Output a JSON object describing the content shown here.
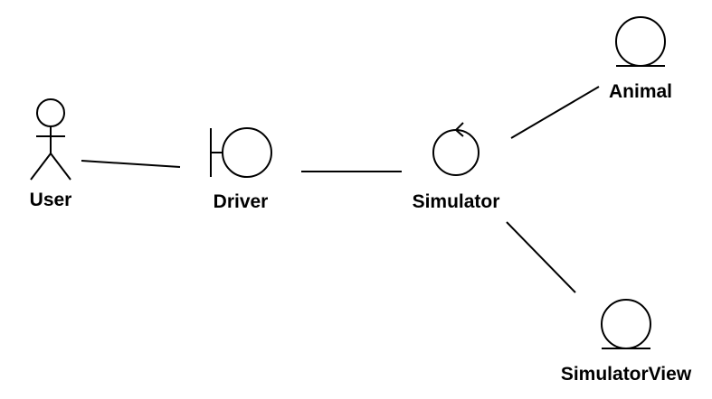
{
  "diagram": {
    "nodes": {
      "user": {
        "label": "User",
        "icon": "actor-icon"
      },
      "driver": {
        "label": "Driver",
        "icon": "boundary-icon"
      },
      "simulator": {
        "label": "Simulator",
        "icon": "control-icon"
      },
      "animal": {
        "label": "Animal",
        "icon": "entity-icon"
      },
      "simulator_view": {
        "label": "SimulatorView",
        "icon": "entity-icon"
      }
    },
    "links": [
      {
        "from": "user",
        "to": "driver"
      },
      {
        "from": "driver",
        "to": "simulator"
      },
      {
        "from": "simulator",
        "to": "animal"
      },
      {
        "from": "simulator",
        "to": "simulator_view"
      }
    ],
    "colors": {
      "stroke": "#000000",
      "background": "#ffffff"
    }
  }
}
